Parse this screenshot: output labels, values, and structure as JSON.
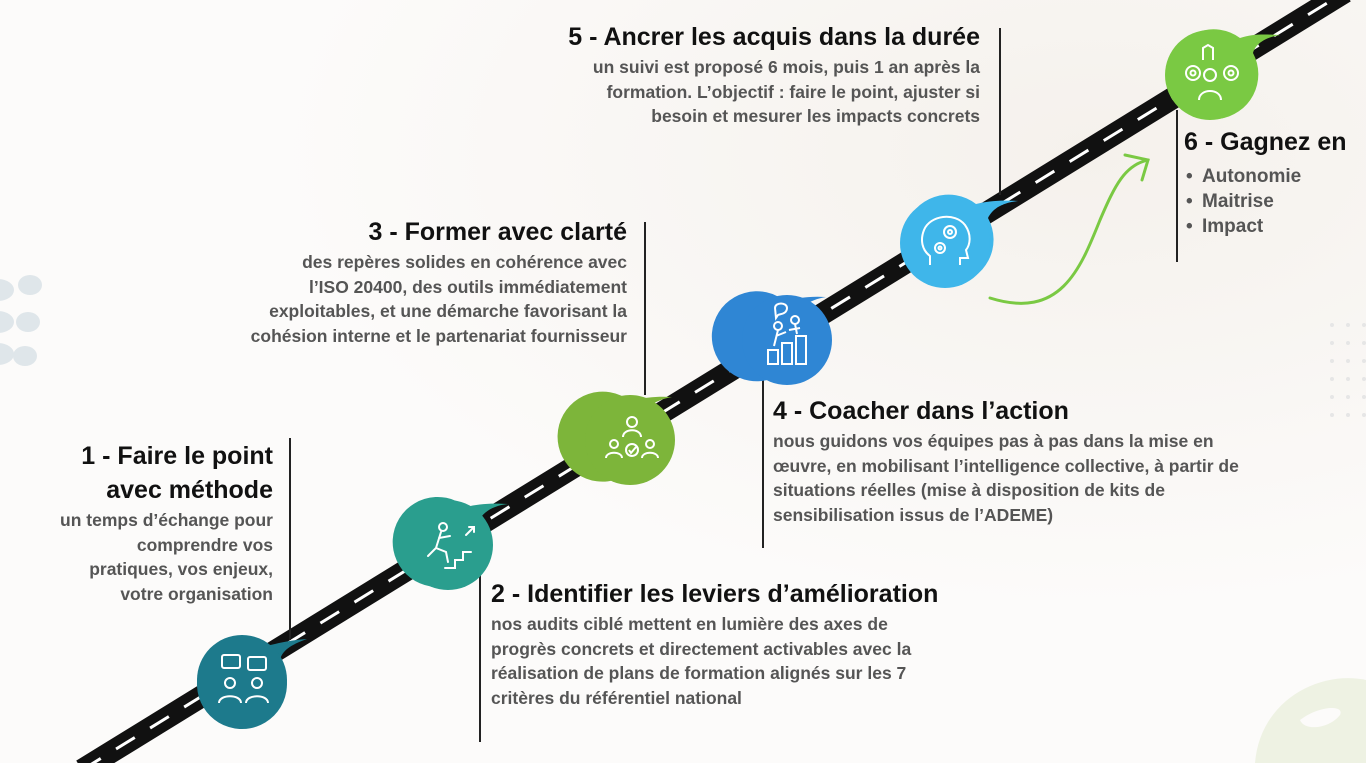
{
  "steps": [
    {
      "id": 1,
      "title_line1": "1 - Faire le point",
      "title_line2": "avec méthode",
      "desc_lines": [
        "un temps d’échange pour",
        "comprendre vos",
        "pratiques, vos enjeux,",
        "votre organisation"
      ],
      "color": "#1d7a8c",
      "icon": "discussion-people-icon"
    },
    {
      "id": 2,
      "title": "2 - Identifier les leviers d’amélioration",
      "desc_lines": [
        "nos audits ciblé mettent en lumière des axes de",
        "progrès concrets et directement activables avec la",
        "réalisation de plans de formation alignés sur les 7",
        "critères du référentiel national"
      ],
      "color": "#2a9e8e",
      "icon": "climbing-growth-icon"
    },
    {
      "id": 3,
      "title": "3 - Former avec clarté",
      "desc_lines": [
        "des repères solides en cohérence avec",
        "l’ISO 20400, des outils immédiatement",
        "exploitables, et une démarche favorisant la",
        "cohésion interne et le partenariat fournisseur"
      ],
      "color": "#7db53a",
      "icon": "team-check-icon"
    },
    {
      "id": 4,
      "title": "4 - Coacher dans l’action",
      "desc_lines": [
        "nous guidons vos équipes pas à pas dans la mise en",
        "œuvre, en mobilisant l’intelligence collective, à partir de",
        "situations réelles (mise à disposition de kits de",
        "sensibilisation issus de l’ADEME)"
      ],
      "color": "#2f86d4",
      "icon": "coaching-steps-icon"
    },
    {
      "id": 5,
      "title": "5 - Ancrer les acquis dans la durée",
      "desc_lines": [
        "un suivi est proposé 6 mois, puis 1 an après la",
        "formation. L’objectif : faire le point, ajuster si",
        "besoin et mesurer les impacts concrets"
      ],
      "color": "#3fb6ea",
      "icon": "head-gears-icon"
    },
    {
      "id": 6,
      "title": "6 - Gagnez en",
      "benefits": [
        "Autonomie",
        "Maitrise",
        "Impact"
      ],
      "color": "#7ac943",
      "icon": "teamwork-gears-icon"
    }
  ]
}
